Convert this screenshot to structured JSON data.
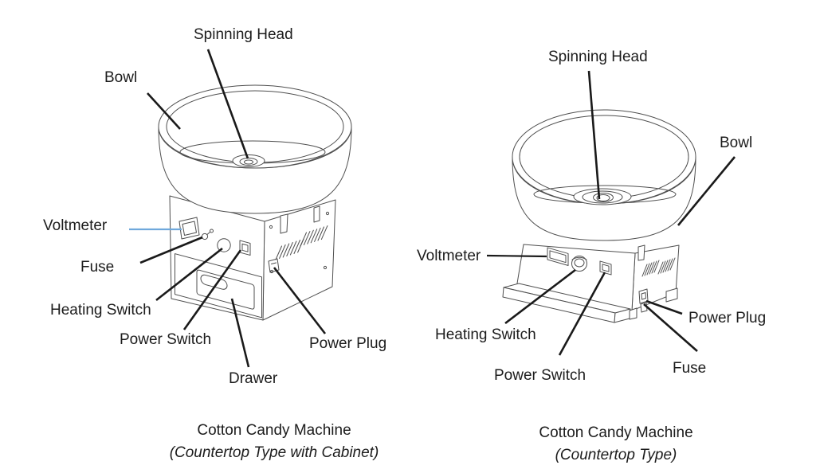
{
  "colors": {
    "background": "#ffffff",
    "leader_line": "#1a1a1a",
    "voltmeter_leader_left": "#6fa8dc",
    "drawing_stroke": "#4f4f4f",
    "label_text": "#1c1c1c"
  },
  "left_diagram": {
    "labels": {
      "spinning_head": "Spinning Head",
      "bowl": "Bowl",
      "voltmeter": "Voltmeter",
      "fuse": "Fuse",
      "heating_switch": "Heating Switch",
      "power_switch": "Power Switch",
      "power_plug": "Power Plug",
      "drawer": "Drawer"
    },
    "caption": {
      "title": "Cotton Candy Machine",
      "subtitle": "(Countertop Type with Cabinet)"
    }
  },
  "right_diagram": {
    "labels": {
      "spinning_head": "Spinning Head",
      "bowl": "Bowl",
      "voltmeter": "Voltmeter",
      "heating_switch": "Heating Switch",
      "power_switch": "Power Switch",
      "power_plug": "Power Plug",
      "fuse": "Fuse"
    },
    "caption": {
      "title": "Cotton Candy Machine",
      "subtitle": "(Countertop Type)"
    }
  }
}
